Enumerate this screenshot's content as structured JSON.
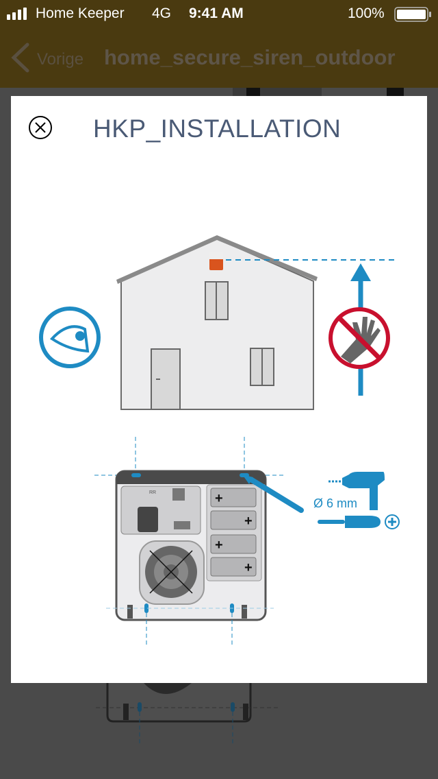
{
  "status_bar": {
    "carrier": "Home Keeper",
    "network": "4G",
    "time": "9:41 AM",
    "battery": "100%"
  },
  "nav": {
    "back_label": "Vorige",
    "title": "home_secure_siren_outdoor"
  },
  "modal": {
    "title": "HKP_INSTALLATION",
    "drill_size": "Ø 6 mm",
    "device_label": "RR"
  },
  "colors": {
    "accent": "#1e8bc3",
    "warning": "#c8102e",
    "nav_bg": "#4a3a10"
  }
}
